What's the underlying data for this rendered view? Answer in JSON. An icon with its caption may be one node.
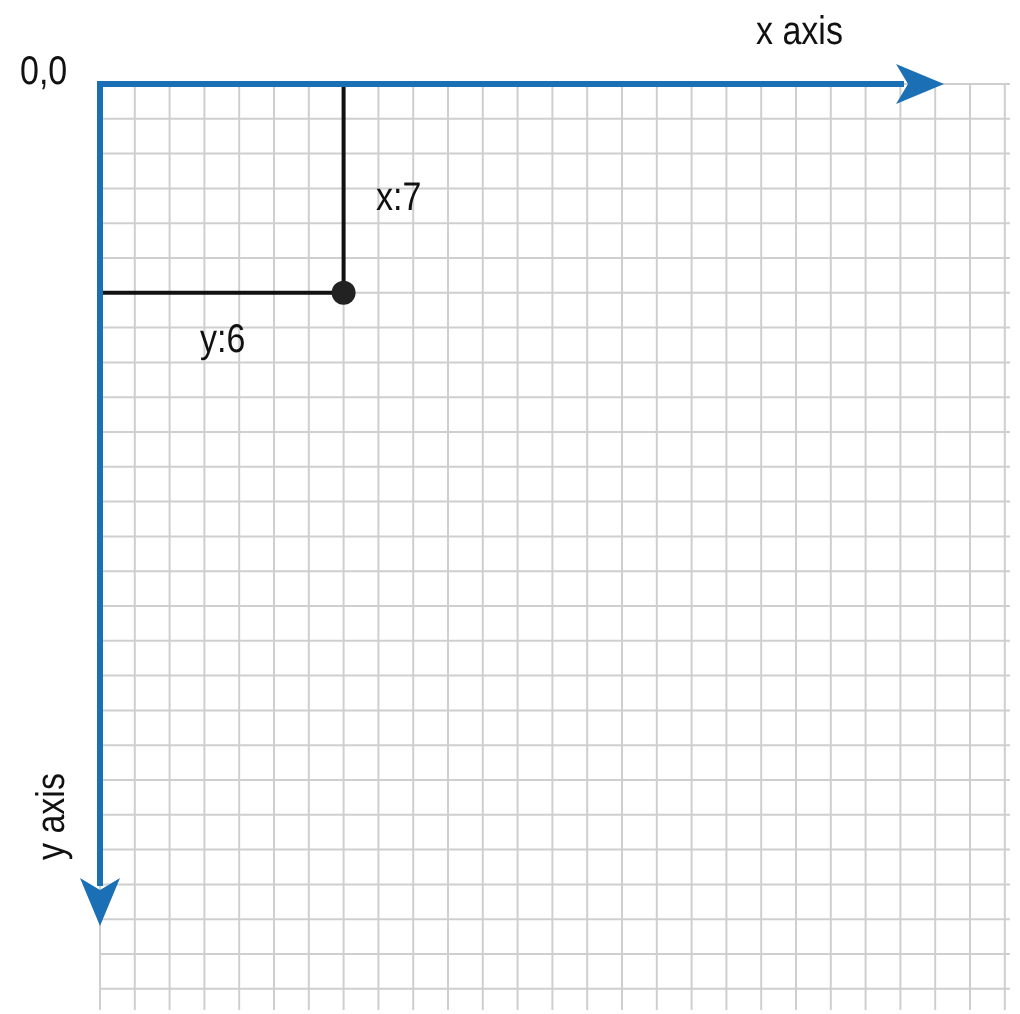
{
  "diagram": {
    "labels": [
      "x axis",
      "0,0",
      "x:7",
      "y:6",
      "y axis"
    ]
  }
}
